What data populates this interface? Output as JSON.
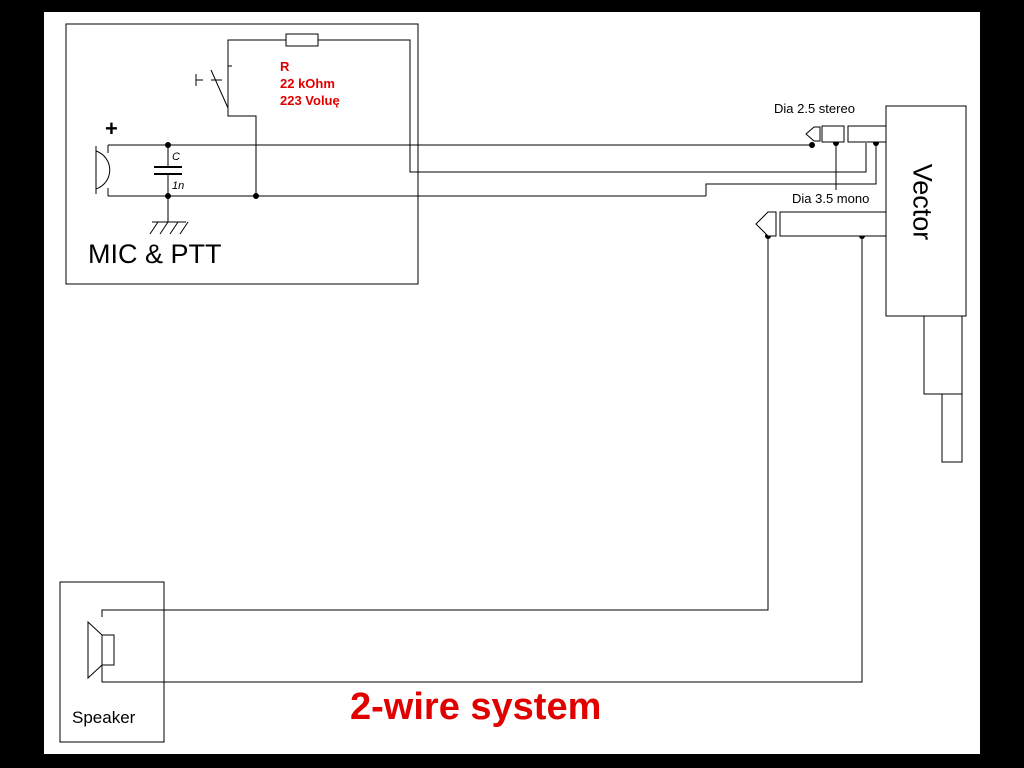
{
  "mic_ptt_box": {
    "title": "MIC & PTT",
    "plus_sign": "+",
    "capacitor_label": "C",
    "capacitor_value": "1n",
    "resistor_label": "R",
    "resistor_value": "22 kOhm",
    "resistor_note": "223 Voluę"
  },
  "connectors": {
    "stereo_label": "Dia 2.5 stereo",
    "mono_label": "Dia 3.5 mono"
  },
  "device": {
    "name": "Vector"
  },
  "speaker_box": {
    "label": "Speaker"
  },
  "caption": "2-wire system",
  "colors": {
    "background": "#000000",
    "paper": "#ffffff",
    "ink": "#000000",
    "accent": "#e00000"
  }
}
